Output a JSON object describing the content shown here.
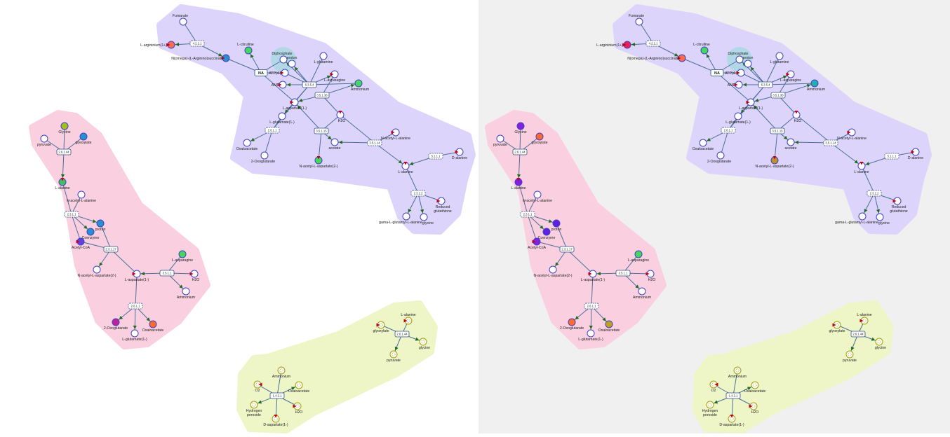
{
  "panels": [
    {
      "id": "left",
      "background": "#ffffff"
    },
    {
      "id": "right",
      "background": "#f0f0f0"
    }
  ],
  "colors": {
    "purple_group": "#ddd4fb",
    "pink_group": "#fad0e0",
    "yellow_group": "#eef6c8",
    "edge": "#4a6f9a",
    "arrow": "#1e6a1e",
    "node_stroke": "#4040c0",
    "yellow_stroke": "#a0a000",
    "inhibit": "#c4001a",
    "highlight": "#a8d8e4"
  },
  "reactions": {
    "r4221": "4.2.2.1",
    "r6354": "6.3.5.4",
    "r35138": "3.5.1.38",
    "r35115": "3.5.1.15",
    "r35114": "3.5.1.14",
    "r2611_top": "2.6.1.1",
    "r5111": "5.1.1.1",
    "r2322": "2.3.2.2",
    "r2644_pink": "2.6.1.44",
    "r2311": "2.3.1.1",
    "r23117": "2.3.1.17",
    "r3511": "3.5.1.1",
    "r2611_pink": "2.6.1.1",
    "r2644_yellow": "2.6.1.44",
    "r1421": "1.4.2.1",
    "na": "NA"
  },
  "metabolites": {
    "fumarate": "Fumarate",
    "larginine": "L-argininium(1+)",
    "argsucc": "N(omega)-(L-Arginino)succinate",
    "lcitrulline": "L-citrulline",
    "diphosphate": "Diphosphate",
    "proton_top": "proton",
    "atp": "ATP(4-)",
    "amp": "AMP",
    "lglutamine": "L-glutamine",
    "lasparagine_top": "L-asparagine",
    "ammonium_top": "Ammonium",
    "laspartate_top": "L-aspartate(1-)",
    "lglutamate_top": "L-glutamate(1-)",
    "h2o_top": "H2O",
    "oxaloacetate_top": "Oxaloacetate",
    "oxoglut_top": "2-Oxoglutarate",
    "nacasp_top": "N-acetyl-L-aspartate(2-)",
    "acetate": "acetate",
    "nacala_top": "N-acetyl-L-alanine",
    "lalanine_top": "L-alanine",
    "dalanine": "D-alanine",
    "gglualala": "gama-L-glutamyl-L-alanine",
    "glycine_top": "glycine",
    "redglut": [
      "Reduced",
      "glutathione"
    ],
    "glycine_pink": "Glycine",
    "glyoxylate_pink": "glyoxylate",
    "pyruvate_pink": "pyruvate",
    "lalanine_pink": "L-alanine",
    "nacala_pink": "N-acetyl-L-alanine",
    "proton_pink": "proton",
    "coa": "Coenzyme",
    "coa_a": "A",
    "acetylcoa": "Acetyl-CoA",
    "nacasp_pink": "N-acetyl-L-aspartate(2-)",
    "lasparagine_pink": "L-asparagine",
    "laspartate_pink": "L-aspartate(1-)",
    "h2o_pink": "H2O",
    "ammonium_pink": "Ammonium",
    "oxoglut_pink": "2-Oxoglutarate",
    "oxaloacetate_pink": "Oxaloacetate",
    "lglutamate_pink": "L-glutamate(1-)",
    "lalanine_y": "L-alanine",
    "glyoxylate_y": "glyoxylate",
    "glycine_y": "glycine",
    "pyruvate_y": "pyruvate",
    "ammonium_y": "Ammonium",
    "o2": "O2",
    "oxaloacetate_y": "Oxaloacetate",
    "h2o2": [
      "Hydrogen",
      "peroxide"
    ],
    "h2o_y": "H2O",
    "daspartate": "D-aspartate(1-)"
  },
  "fills_left": {
    "larginine": "#ff6a50",
    "argsucc": "#2a8fd0",
    "lcitrulline": "#44d860",
    "diphosphate": "#ffffff",
    "ammonium_top": "#44d860",
    "nacasp_top": "#44d860",
    "glycine_pink": "#a0c020",
    "glyoxylate_pink": "#2a8fd0",
    "lalanine_pink": "#44c060",
    "proton_pink": "#2a8fd0",
    "coa": "#2a8fd0",
    "acetylcoa": "#6040e0",
    "lasparagine_pink": "#44d860",
    "oxoglut_pink": "#c0209a",
    "oxaloacetate_pink": "#ff6a30"
  },
  "fills_right": {
    "larginine": "#e8205a",
    "argsucc": "#ff6a50",
    "lcitrulline": "#44d860",
    "diphosphate": "#ffffff",
    "ammonium_top": "#20b0b0",
    "nacasp_top": "#c09030",
    "glycine_pink": "#8020e0",
    "glyoxylate_pink": "#ff6a30",
    "lalanine_pink": "#8020e0",
    "proton_pink": "#6020e0",
    "coa": "#6020e0",
    "acetylcoa": "#8020e0",
    "lasparagine_pink": "#44d860",
    "oxoglut_pink": "#ff6a30",
    "oxaloacetate_pink": "#c0a020"
  }
}
